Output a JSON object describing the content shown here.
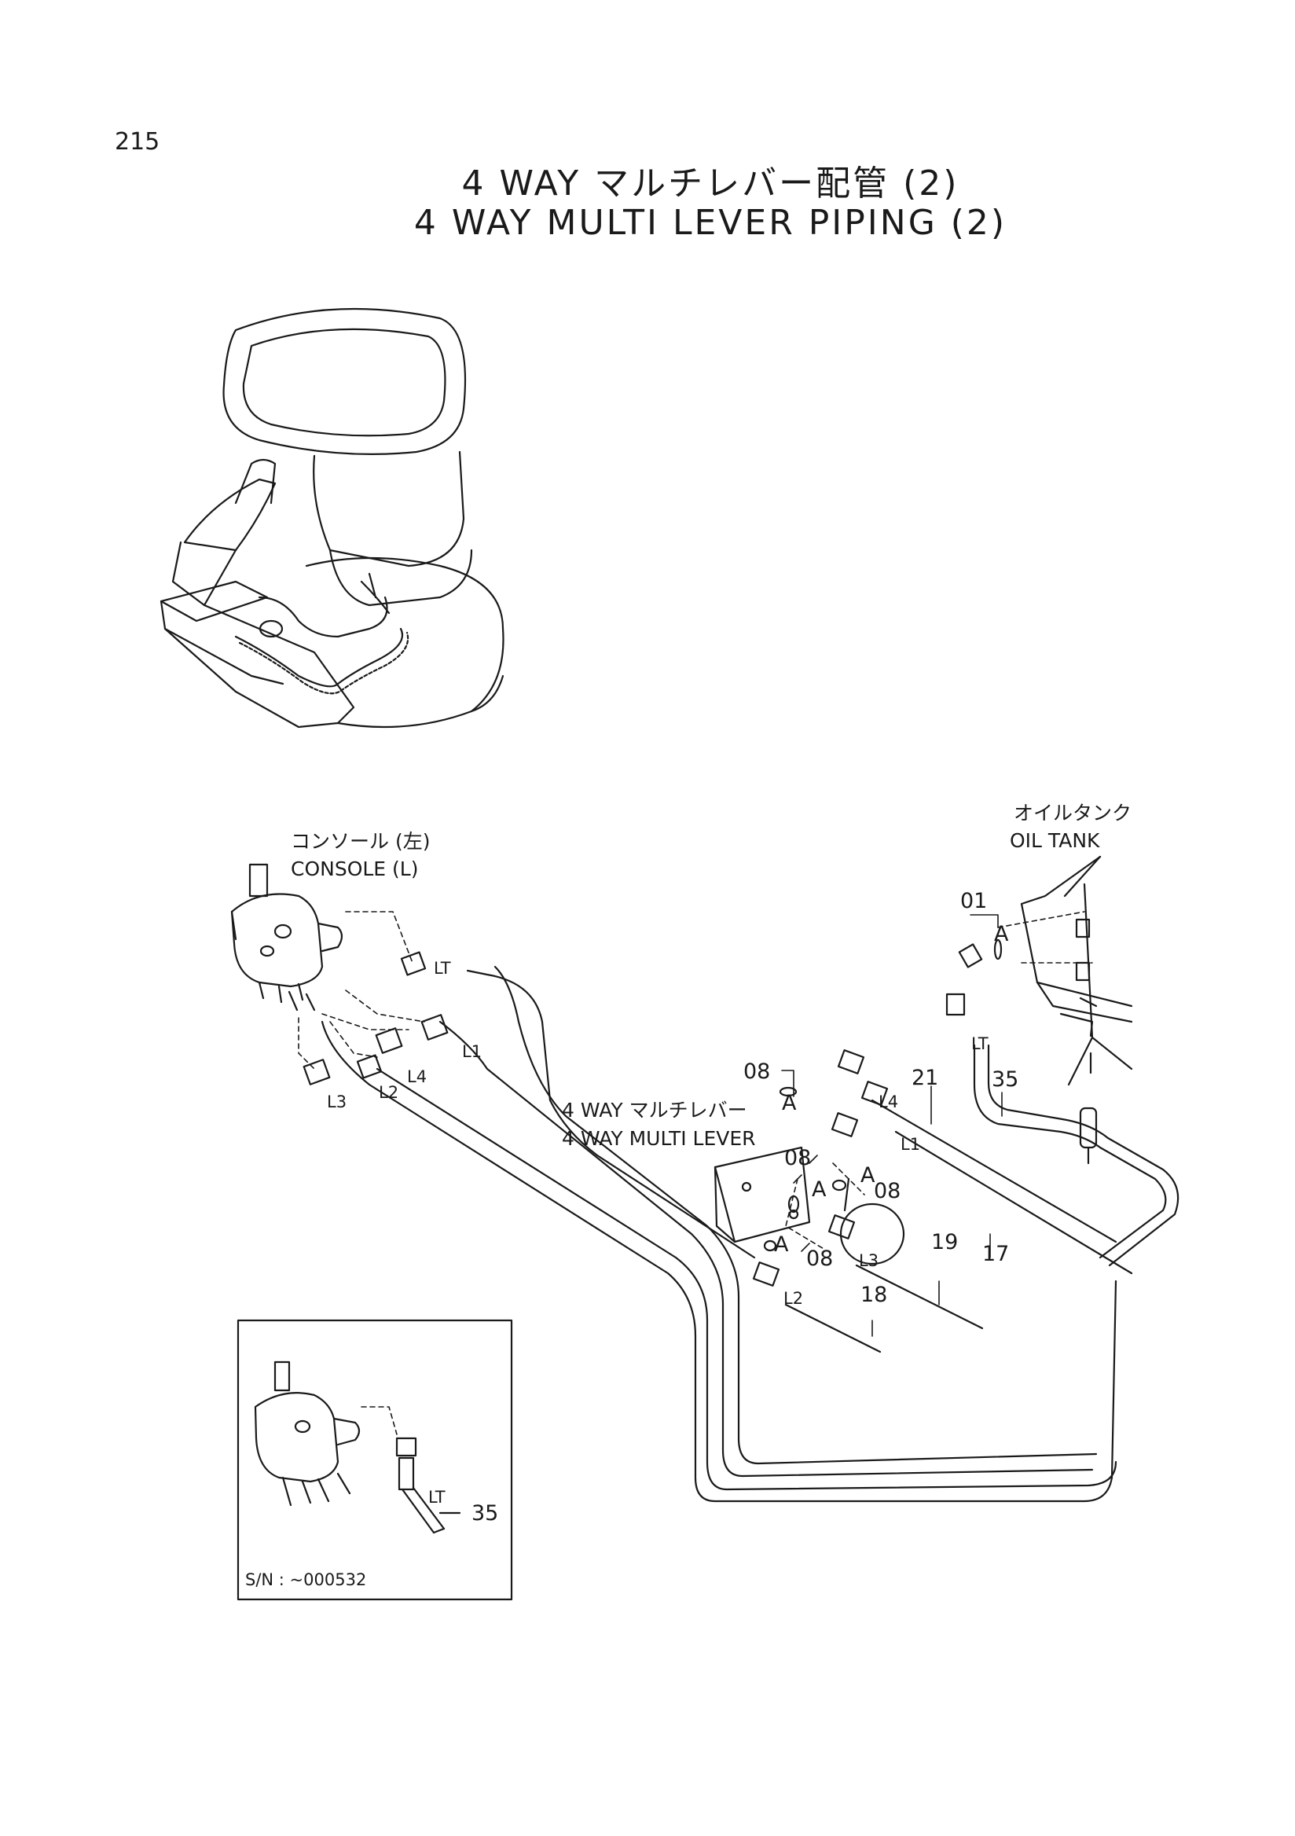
{
  "page_number": "215",
  "title_jp": "4 WAY マルチレバー配管 (2)",
  "title_en": "4 WAY MULTI LEVER PIPING (2)",
  "labels": {
    "console_jp": "コンソール (左)",
    "console_en": "CONSOLE (L)",
    "oil_tank_jp": "オイルタンク",
    "oil_tank_en": "OIL TANK",
    "multi_lever_jp": "4 WAY マルチレバー",
    "multi_lever_en": "4 WAY MULTI LEVER"
  },
  "callouts": {
    "c01": "01",
    "c08_a": "08",
    "c08_b": "08",
    "c08_c": "08",
    "c08_d": "08",
    "c17": "17",
    "c18": "18",
    "c19": "19",
    "c21": "21",
    "c35": "35",
    "c35_inset": "35"
  },
  "port_markers": {
    "A1": "A",
    "A2": "A",
    "A3": "A",
    "A4": "A",
    "A5": "A",
    "LT1": "LT",
    "LT2": "LT",
    "LT3": "LT",
    "L1a": "L1",
    "L2a": "L2",
    "L3a": "L3",
    "L4a": "L4",
    "L1b": "L1",
    "L2b": "L2",
    "L3b": "L3",
    "L4b": "L4"
  },
  "inset": {
    "serial": "S/N : ~000532"
  },
  "colors": {
    "ink": "#1a1a1a",
    "paper": "#ffffff"
  }
}
